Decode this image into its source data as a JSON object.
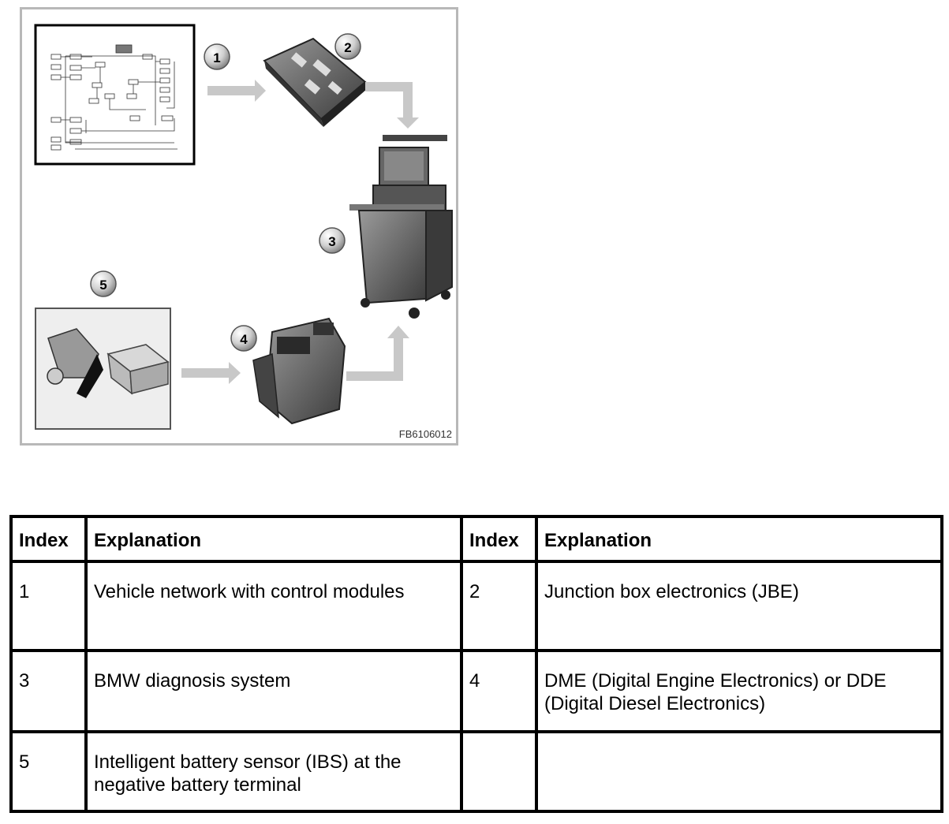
{
  "figure": {
    "callouts": [
      "1",
      "2",
      "3",
      "4",
      "5"
    ],
    "image_code": "FB6106012",
    "components": {
      "wiring": "vehicle-network-wiring-diagram",
      "jbe": "junction-box-module",
      "tester": "diagnosis-cart",
      "dme": "engine-control-module",
      "ibs": "battery-and-sensor"
    },
    "colors": {
      "frame": "#b8b8b8",
      "arrow": "#c8c8c8",
      "device": "#555555"
    }
  },
  "legend": {
    "headers": {
      "index": "Index",
      "explanation": "Explanation"
    },
    "rows": [
      {
        "left_index": "1",
        "left_text": "Vehicle network with control modules",
        "right_index": "2",
        "right_text": "Junction box electronics (JBE)"
      },
      {
        "left_index": "3",
        "left_text": "BMW diagnosis system",
        "right_index": "4",
        "right_text": "DME (Digital Engine Electronics) or DDE (Digital Diesel Electronics)"
      },
      {
        "left_index": "5",
        "left_text": "Intelligent battery sensor (IBS) at the negative battery terminal",
        "right_index": "",
        "right_text": ""
      }
    ]
  }
}
